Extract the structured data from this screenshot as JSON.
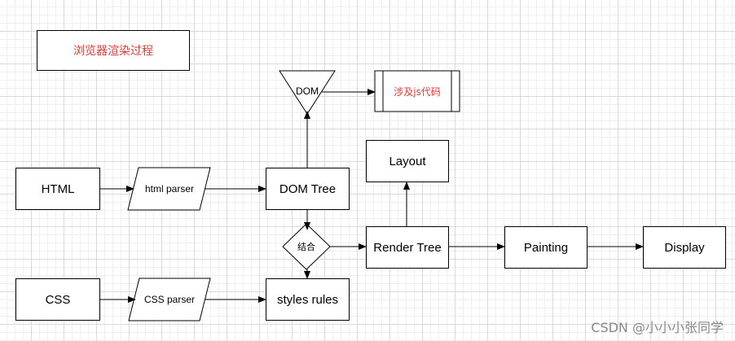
{
  "title": "浏览器渲染过程",
  "nodes": {
    "html": "HTML",
    "html_parser": "html parser",
    "dom_tree": "DOM Tree",
    "dom": "DOM",
    "js_code": "涉及js代码",
    "combine": "结合",
    "css": "CSS",
    "css_parser": "CSS parser",
    "styles_rules": "styles rules",
    "layout": "Layout",
    "render_tree": "Render Tree",
    "painting": "Painting",
    "display": "Display"
  },
  "watermark": "CSDN @小小小张同学",
  "colors": {
    "title_text": "#e53935",
    "js_code_text": "#e53935",
    "stroke": "#000000",
    "watermark": "#8a8a8a"
  }
}
